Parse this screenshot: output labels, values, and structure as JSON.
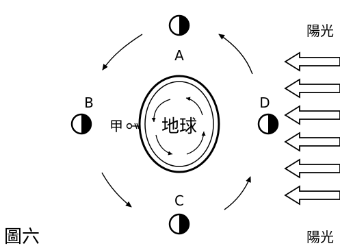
{
  "figure_caption": "圖六",
  "earth_label": "地球",
  "observer_label": "甲",
  "sunlight_label_top": "陽光",
  "sunlight_label_bottom": "陽光",
  "moon_positions": [
    {
      "id": "A",
      "label": "A",
      "lit_side": "left"
    },
    {
      "id": "B",
      "label": "B",
      "lit_side": "left"
    },
    {
      "id": "C",
      "label": "C",
      "lit_side": "left"
    },
    {
      "id": "D",
      "label": "D",
      "lit_side": "left"
    }
  ],
  "sunlight_arrow_count": 6,
  "orbit_direction": "counterclockwise",
  "colors": {
    "ink": "#000000",
    "background": "#ffffff"
  }
}
